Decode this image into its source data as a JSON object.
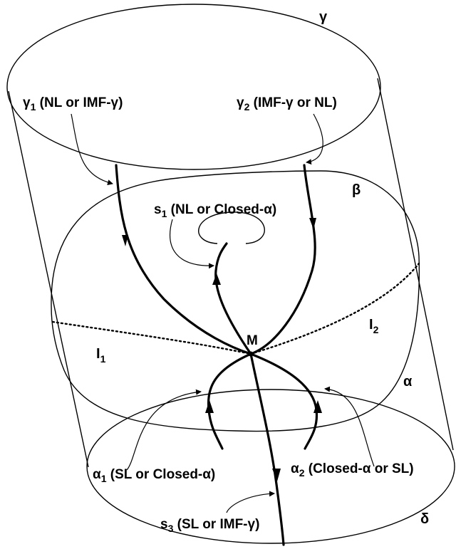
{
  "labels": {
    "gamma": "γ",
    "beta": "β",
    "alpha": "α",
    "delta": "δ",
    "M": "M",
    "I1": "I",
    "I1_sub": "1",
    "I2": "I",
    "I2_sub": "2",
    "gamma1_sym": "γ",
    "gamma1_sub": "1",
    "gamma1_text": " (NL or IMF-γ)",
    "gamma2_sym": "γ",
    "gamma2_sub": "2",
    "gamma2_text": " (IMF-γ or NL)",
    "s1_sym": "s",
    "s1_sub": "1",
    "s1_text": " (NL or Closed-α)",
    "alpha1_sym": "α",
    "alpha1_sub": "1",
    "alpha1_text": " (SL or Closed-α)",
    "alpha2_sym": "α",
    "alpha2_sub": "2",
    "alpha2_text": " (Closed-α or SL)",
    "s3_sym": "s",
    "s3_sub": "3",
    "s3_text": " (SL or IMF-γ)"
  }
}
